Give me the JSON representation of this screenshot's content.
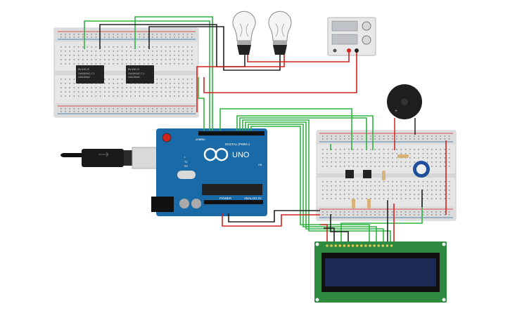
{
  "arduino": {
    "brand_label": "UNO",
    "digital_header_label": "DIGITAL (PWM~)",
    "power_header_label": "POWER",
    "analog_header_label": "ANALOG IN",
    "aref_label": "AREF",
    "gnd_label": "GND",
    "tx_label": "TX",
    "rx_label": "RX",
    "l_label": "L",
    "on_label": "ON"
  },
  "relays": {
    "items": [
      {
        "id": "relay-1",
        "line1": "5V-DC-S",
        "line2": "10A250VAC  C 1",
        "line3": "10A125VAC"
      },
      {
        "id": "relay-2",
        "line1": "5V-DC-S",
        "line2": "10A250VAC  C 1",
        "line3": "10A125VAC"
      }
    ]
  },
  "lcd": {
    "pin_count": 16
  },
  "colors": {
    "wire_green": "#2fb342",
    "wire_red": "#d1231e",
    "wire_black": "#222222",
    "arduino_blue": "#1b6aa8",
    "lcd_pcb": "#2d8a3e",
    "lcd_screen": "#1c2b56",
    "breadboard": "#e6e6e6"
  }
}
